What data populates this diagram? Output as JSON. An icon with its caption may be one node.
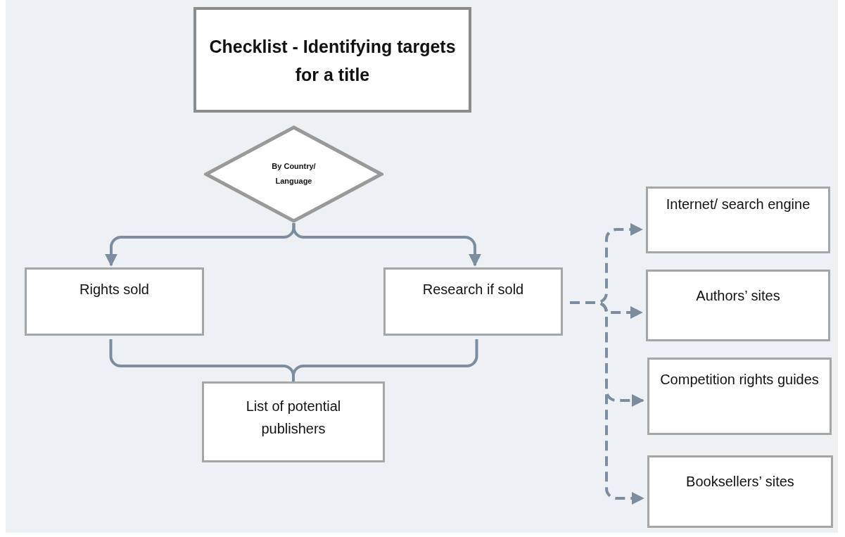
{
  "diagram": {
    "nodes": [
      {
        "text": [
          "Checklist -  Identifying targets for a title"
        ]
      },
      {
        "text": [
          "By Country/ Language"
        ]
      },
      {
        "text": [
          "Rights sold"
        ]
      },
      {
        "text": [
          "Research if sold"
        ]
      },
      {
        "text": [
          "List of potential publishers"
        ]
      },
      {
        "text": [
          "Internet/ search engine"
        ]
      },
      {
        "text": [
          "Authors’ sites"
        ]
      },
      {
        "text": [
          "Competition rights guides"
        ]
      },
      {
        "text": [
          "Booksellers’ sites"
        ]
      }
    ],
    "edges": [
      {
        "from": 1,
        "to": 2,
        "arrow": "to"
      },
      {
        "from": 1,
        "to": 3,
        "arrow": "to"
      },
      {
        "from": 2,
        "to": 4,
        "arrow": "none"
      },
      {
        "from": 3,
        "to": 4,
        "arrow": "none"
      },
      {
        "from": 3,
        "to": 5,
        "arrow": "to",
        "style": "dashed"
      },
      {
        "from": 3,
        "to": 6,
        "arrow": "to",
        "style": "dashed"
      },
      {
        "from": 3,
        "to": 7,
        "arrow": "to",
        "style": "dashed"
      },
      {
        "from": 3,
        "to": 8,
        "arrow": "to",
        "style": "dashed"
      }
    ]
  }
}
